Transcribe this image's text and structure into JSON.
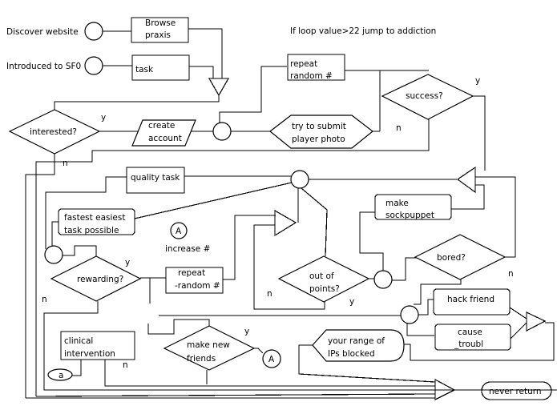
{
  "diagram": {
    "annotation": "If loop value>22 jump to addiction",
    "start_labels": {
      "discover": "Discover website",
      "introduced": "Introduced to SF0"
    },
    "nodes": {
      "browse_praxis": [
        "Browse",
        "praxis"
      ],
      "task": [
        "task"
      ],
      "repeat_random_top": [
        "repeat",
        "random #"
      ],
      "success": [
        "success?"
      ],
      "interested": [
        "interested?"
      ],
      "create_account": [
        "create",
        "account"
      ],
      "submit_photo": [
        "try to submit",
        "player photo"
      ],
      "quality_task": [
        "quality task"
      ],
      "fastest_task": [
        "fastest easiest",
        "task possible"
      ],
      "connector_A1": "A",
      "increase": "increase #",
      "rewarding": [
        "rewarding?"
      ],
      "repeat_random_mid": [
        "repeat",
        "-random #"
      ],
      "out_of_points": [
        "out of",
        "points?"
      ],
      "make_sockpuppet": [
        "make",
        "sockpuppet"
      ],
      "bored": [
        "bored?"
      ],
      "hack_friend": [
        "hack friend"
      ],
      "cause_trouble": [
        "cause",
        "_troubl"
      ],
      "ips_blocked": [
        "your range of",
        "IPs blocked"
      ],
      "clinical": [
        "clinical",
        "intervention"
      ],
      "connector_a": "a",
      "make_friends": [
        "make new",
        "friends"
      ],
      "connector_A2": "A",
      "never_return": "never return"
    },
    "edge_labels": {
      "interested_yes": "y",
      "interested_no": "n",
      "success_yes": "y",
      "success_no": "n",
      "rewarding_yes": "y",
      "rewarding_no": "n",
      "points_yes": "y",
      "points_no": "n",
      "bored_no": "n",
      "friends_yes": "y",
      "clinical_no": "n"
    }
  }
}
